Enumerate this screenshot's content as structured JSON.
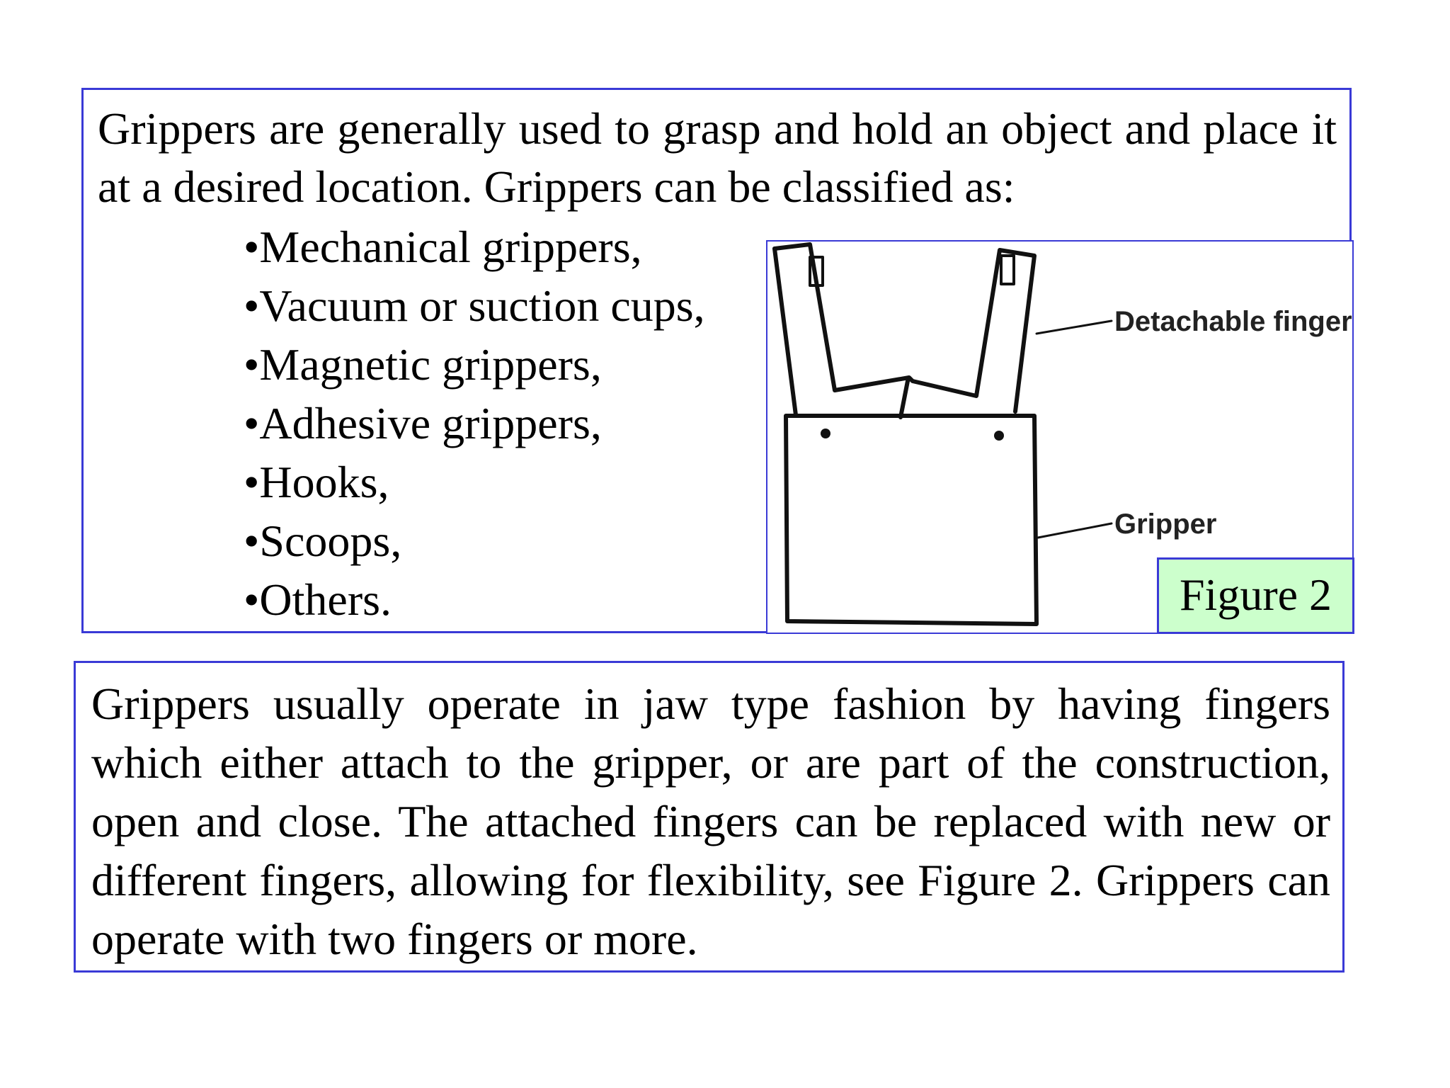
{
  "intro_text": "Grippers are generally used to grasp and hold an object and place it at a desired location. Grippers can be classified as:",
  "gripper_types": [
    "•Mechanical grippers,",
    "•Vacuum or suction cups,",
    "•Magnetic grippers,",
    "•Adhesive grippers,",
    "•Hooks,",
    "•Scoops,",
    "•Others."
  ],
  "figure": {
    "labels": {
      "fingers": "Detachable fingers",
      "gripper": "Gripper"
    },
    "caption": "Figure 2"
  },
  "description_text": "Grippers usually operate in jaw type fashion by having fingers which either attach to the gripper, or are part of the construction, open and close. The attached fingers can be replaced with new or different fingers, allowing for flexibility, see Figure 2. Grippers can operate with two fingers or more.",
  "colors": {
    "border": "#3a3ad6",
    "caption_background": "#ccffcc"
  }
}
